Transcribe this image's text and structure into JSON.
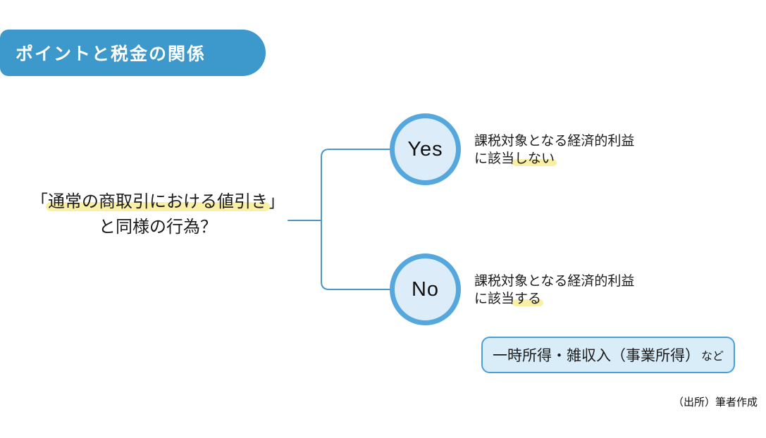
{
  "header": {
    "title": "ポイントと税金の関係"
  },
  "question": {
    "bracket_open": "「",
    "highlighted": "通常の商取引における値引き",
    "bracket_close": "」",
    "line2": "と同様の行為？"
  },
  "branches": {
    "yes": {
      "label": "Yes",
      "desc_line1": "課税対象となる経済的利益",
      "desc_line2_plain": "に該当",
      "desc_line2_highlight": "しない"
    },
    "no": {
      "label": "No",
      "desc_line1": "課税対象となる経済的利益",
      "desc_line2_plain": "に該当",
      "desc_line2_highlight": "する"
    }
  },
  "result_box": {
    "text": "一時所得・雑収入（事業所得）",
    "suffix": "など"
  },
  "source": "（出所）筆者作成",
  "colors": {
    "header_blue": "#3d98cb",
    "line_blue": "#4d94c8",
    "circle_border": "#55a8dd",
    "circle_fill": "#dcecf8",
    "box_fill": "#d9edf9",
    "box_border": "#4a9fd6",
    "highlight_yellow": "#faf0a5"
  }
}
